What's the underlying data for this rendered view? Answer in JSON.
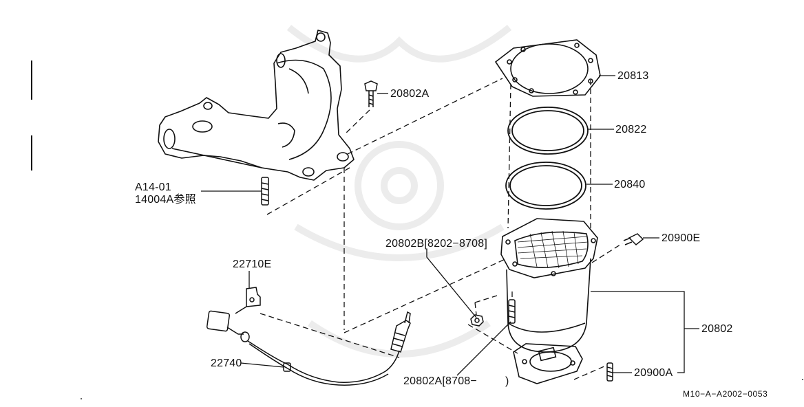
{
  "labels": {
    "p20813": "20813",
    "p20802a_top": "20802A",
    "p20822": "20822",
    "p20840": "20840",
    "ref_a14": "A14-01",
    "ref_14004a": "14004A参照",
    "p20802b": "20802B[8202−8708]",
    "p20900e": "20900E",
    "p22710e": "22710E",
    "p20802": "20802",
    "p22740": "22740",
    "p20900a": "20900A",
    "p20802a_bottom": "20802A[8708−",
    "p20802a_bottom_close": ")",
    "code": "M10−A−A2002−0053"
  }
}
